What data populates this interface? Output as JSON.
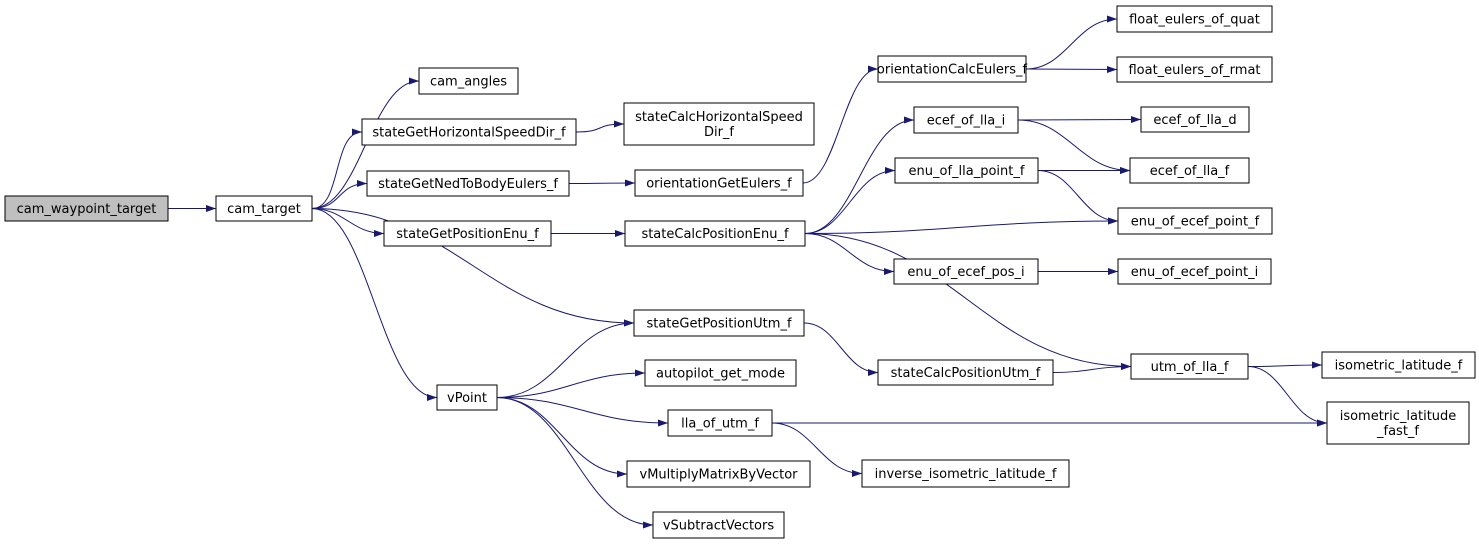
{
  "diagram": {
    "colors": {
      "edge": "#191970",
      "root_fill": "#bfbfbf",
      "node_fill": "#ffffff",
      "border": "#000000"
    },
    "nodes": [
      {
        "id": "cam_waypoint_target",
        "lines": [
          "cam_waypoint_target"
        ],
        "root": true
      },
      {
        "id": "cam_target",
        "lines": [
          "cam_target"
        ]
      },
      {
        "id": "cam_angles",
        "lines": [
          "cam_angles"
        ]
      },
      {
        "id": "stateGetHorizontalSpeedDir_f",
        "lines": [
          "stateGetHorizontalSpeedDir_f"
        ]
      },
      {
        "id": "stateGetNedToBodyEulers_f",
        "lines": [
          "stateGetNedToBodyEulers_f"
        ]
      },
      {
        "id": "stateGetPositionEnu_f",
        "lines": [
          "stateGetPositionEnu_f"
        ]
      },
      {
        "id": "stateGetPositionUtm_f",
        "lines": [
          "stateGetPositionUtm_f"
        ]
      },
      {
        "id": "vPoint",
        "lines": [
          "vPoint"
        ]
      },
      {
        "id": "stateCalcHorizontalSpeedDir_f",
        "lines": [
          "stateCalcHorizontalSpeed",
          "Dir_f"
        ]
      },
      {
        "id": "orientationGetEulers_f",
        "lines": [
          "orientationGetEulers_f"
        ]
      },
      {
        "id": "orientationCalcEulers_f",
        "lines": [
          "orientationCalcEulers_f"
        ]
      },
      {
        "id": "stateCalcPositionEnu_f",
        "lines": [
          "stateCalcPositionEnu_f"
        ]
      },
      {
        "id": "ecef_of_lla_i",
        "lines": [
          "ecef_of_lla_i"
        ]
      },
      {
        "id": "enu_of_lla_point_f",
        "lines": [
          "enu_of_lla_point_f"
        ]
      },
      {
        "id": "enu_of_ecef_pos_i",
        "lines": [
          "enu_of_ecef_pos_i"
        ]
      },
      {
        "id": "float_eulers_of_quat",
        "lines": [
          "float_eulers_of_quat"
        ]
      },
      {
        "id": "float_eulers_of_rmat",
        "lines": [
          "float_eulers_of_rmat"
        ]
      },
      {
        "id": "ecef_of_lla_d",
        "lines": [
          "ecef_of_lla_d"
        ]
      },
      {
        "id": "ecef_of_lla_f",
        "lines": [
          "ecef_of_lla_f"
        ]
      },
      {
        "id": "enu_of_ecef_point_f",
        "lines": [
          "enu_of_ecef_point_f"
        ]
      },
      {
        "id": "enu_of_ecef_point_i",
        "lines": [
          "enu_of_ecef_point_i"
        ]
      },
      {
        "id": "stateCalcPositionUtm_f",
        "lines": [
          "stateCalcPositionUtm_f"
        ]
      },
      {
        "id": "utm_of_lla_f",
        "lines": [
          "utm_of_lla_f"
        ]
      },
      {
        "id": "isometric_latitude_f",
        "lines": [
          "isometric_latitude_f"
        ]
      },
      {
        "id": "isometric_latitude_fast_f",
        "lines": [
          "isometric_latitude",
          "_fast_f"
        ]
      },
      {
        "id": "autopilot_get_mode",
        "lines": [
          "autopilot_get_mode"
        ]
      },
      {
        "id": "lla_of_utm_f",
        "lines": [
          "lla_of_utm_f"
        ]
      },
      {
        "id": "inverse_isometric_latitude_f",
        "lines": [
          "inverse_isometric_latitude_f"
        ]
      },
      {
        "id": "vMultiplyMatrixByVector",
        "lines": [
          "vMultiplyMatrixByVector"
        ]
      },
      {
        "id": "vSubtractVectors",
        "lines": [
          "vSubtractVectors"
        ]
      }
    ],
    "edges": [
      {
        "from": "cam_waypoint_target",
        "to": "cam_target"
      },
      {
        "from": "cam_target",
        "to": "cam_angles"
      },
      {
        "from": "cam_target",
        "to": "stateGetHorizontalSpeedDir_f"
      },
      {
        "from": "cam_target",
        "to": "stateGetNedToBodyEulers_f"
      },
      {
        "from": "cam_target",
        "to": "stateGetPositionEnu_f"
      },
      {
        "from": "cam_target",
        "to": "stateGetPositionUtm_f"
      },
      {
        "from": "cam_target",
        "to": "vPoint"
      },
      {
        "from": "stateGetHorizontalSpeedDir_f",
        "to": "stateCalcHorizontalSpeedDir_f"
      },
      {
        "from": "stateGetNedToBodyEulers_f",
        "to": "orientationGetEulers_f"
      },
      {
        "from": "orientationGetEulers_f",
        "to": "orientationCalcEulers_f"
      },
      {
        "from": "orientationCalcEulers_f",
        "to": "float_eulers_of_quat"
      },
      {
        "from": "orientationCalcEulers_f",
        "to": "float_eulers_of_rmat"
      },
      {
        "from": "stateGetPositionEnu_f",
        "to": "stateCalcPositionEnu_f"
      },
      {
        "from": "stateCalcPositionEnu_f",
        "to": "ecef_of_lla_i"
      },
      {
        "from": "stateCalcPositionEnu_f",
        "to": "enu_of_lla_point_f"
      },
      {
        "from": "stateCalcPositionEnu_f",
        "to": "enu_of_ecef_point_f"
      },
      {
        "from": "stateCalcPositionEnu_f",
        "to": "enu_of_ecef_pos_i"
      },
      {
        "from": "stateCalcPositionEnu_f",
        "to": "utm_of_lla_f"
      },
      {
        "from": "ecef_of_lla_i",
        "to": "ecef_of_lla_d"
      },
      {
        "from": "ecef_of_lla_i",
        "to": "ecef_of_lla_f"
      },
      {
        "from": "enu_of_lla_point_f",
        "to": "ecef_of_lla_f"
      },
      {
        "from": "enu_of_lla_point_f",
        "to": "enu_of_ecef_point_f"
      },
      {
        "from": "enu_of_ecef_pos_i",
        "to": "enu_of_ecef_point_i"
      },
      {
        "from": "stateGetPositionUtm_f",
        "to": "stateCalcPositionUtm_f"
      },
      {
        "from": "stateCalcPositionUtm_f",
        "to": "utm_of_lla_f"
      },
      {
        "from": "utm_of_lla_f",
        "to": "isometric_latitude_f"
      },
      {
        "from": "utm_of_lla_f",
        "to": "isometric_latitude_fast_f"
      },
      {
        "from": "vPoint",
        "to": "stateGetPositionUtm_f"
      },
      {
        "from": "vPoint",
        "to": "autopilot_get_mode"
      },
      {
        "from": "vPoint",
        "to": "lla_of_utm_f"
      },
      {
        "from": "vPoint",
        "to": "vMultiplyMatrixByVector"
      },
      {
        "from": "vPoint",
        "to": "vSubtractVectors"
      },
      {
        "from": "lla_of_utm_f",
        "to": "inverse_isometric_latitude_f"
      },
      {
        "from": "lla_of_utm_f",
        "to": "isometric_latitude_fast_f"
      }
    ]
  }
}
